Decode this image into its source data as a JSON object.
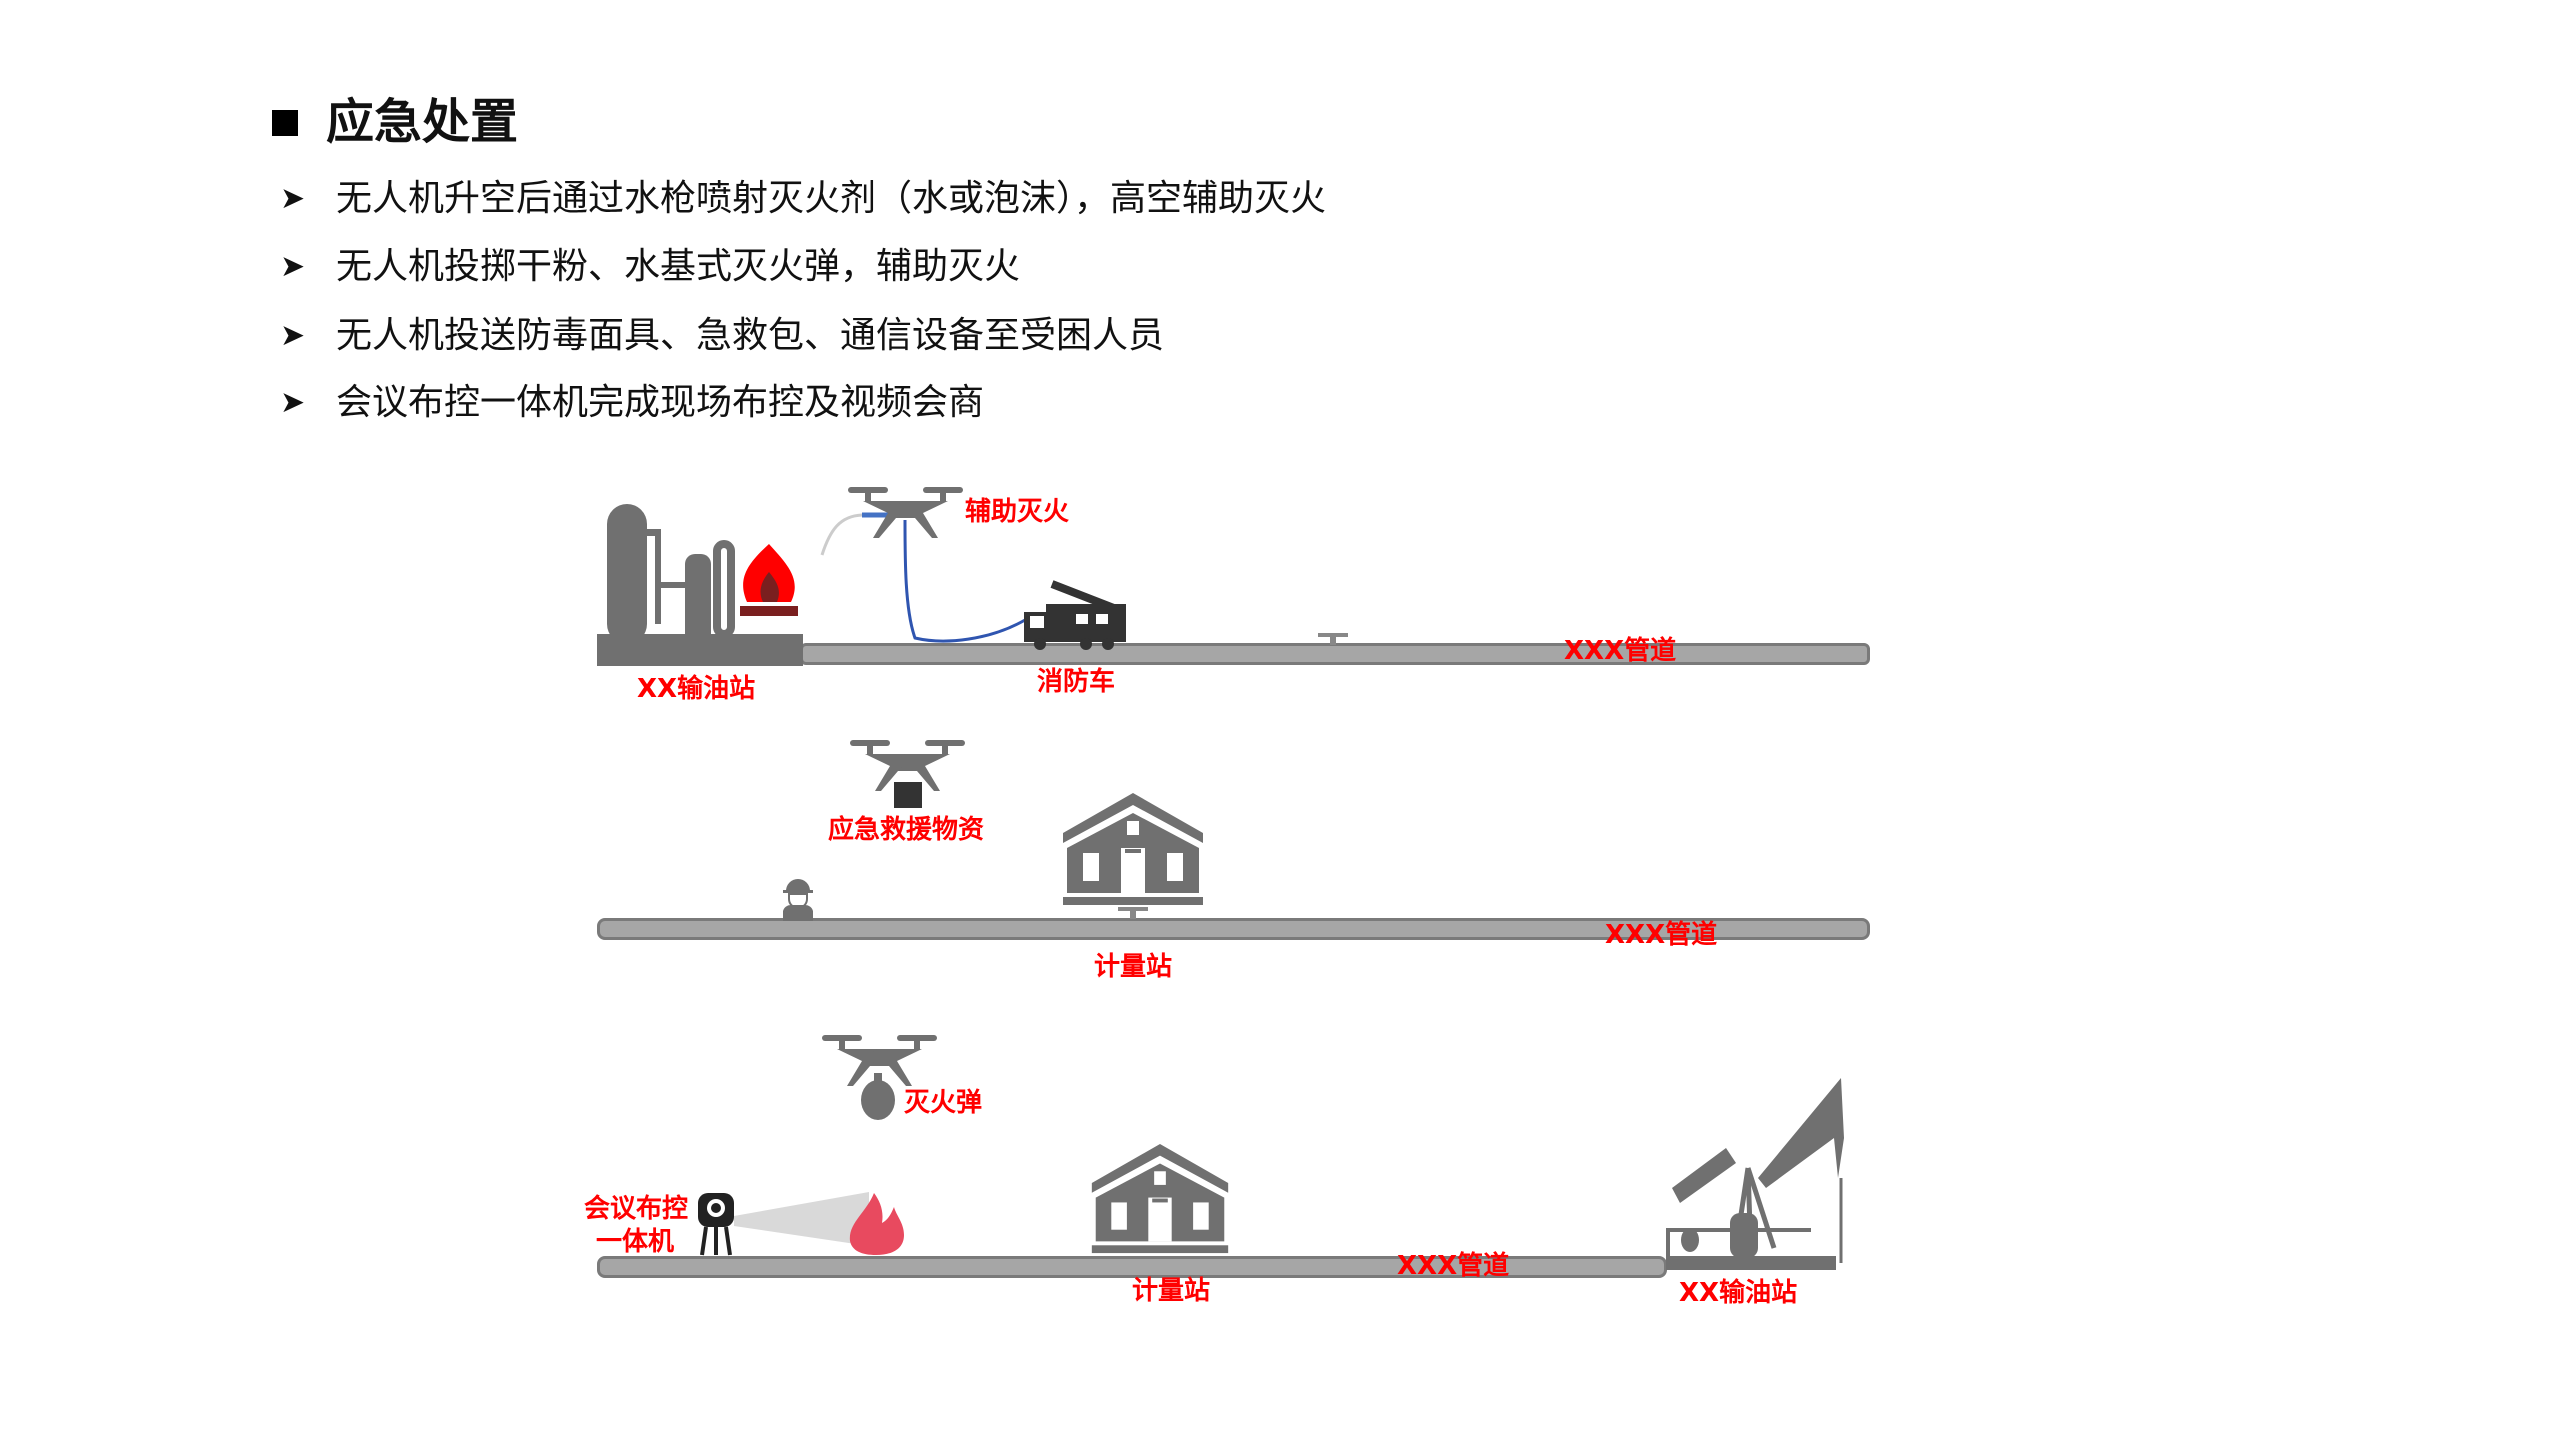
{
  "heading": "应急处置",
  "bullets": [
    "无人机升空后通过水枪喷射灭火剂（水或泡沫），高空辅助灭火",
    "无人机投掷干粉、水基式灭火弹，辅助灭火",
    "无人机投送防毒面具、急救包、通信设备至受困人员",
    "会议布控一体机完成现场布控及视频会商"
  ],
  "diagram": {
    "row1": {
      "drone_label": "辅助灭火",
      "station": "XX输油站",
      "truck": "消防车",
      "pipeline": "XXX管道"
    },
    "row2": {
      "drone_label": "应急救援物资",
      "station": "计量站",
      "pipeline": "XXX管道"
    },
    "row3": {
      "drone_label": "灭火弹",
      "device_line1": "会议布控",
      "device_line2": "一体机",
      "station": "计量站",
      "pipeline": "XXX管道",
      "end_station": "XX输油站"
    }
  },
  "colors": {
    "label": "#ff0000",
    "icon": "#707070",
    "pipe": "#a6a6a6",
    "hose": "#2f55b0"
  }
}
